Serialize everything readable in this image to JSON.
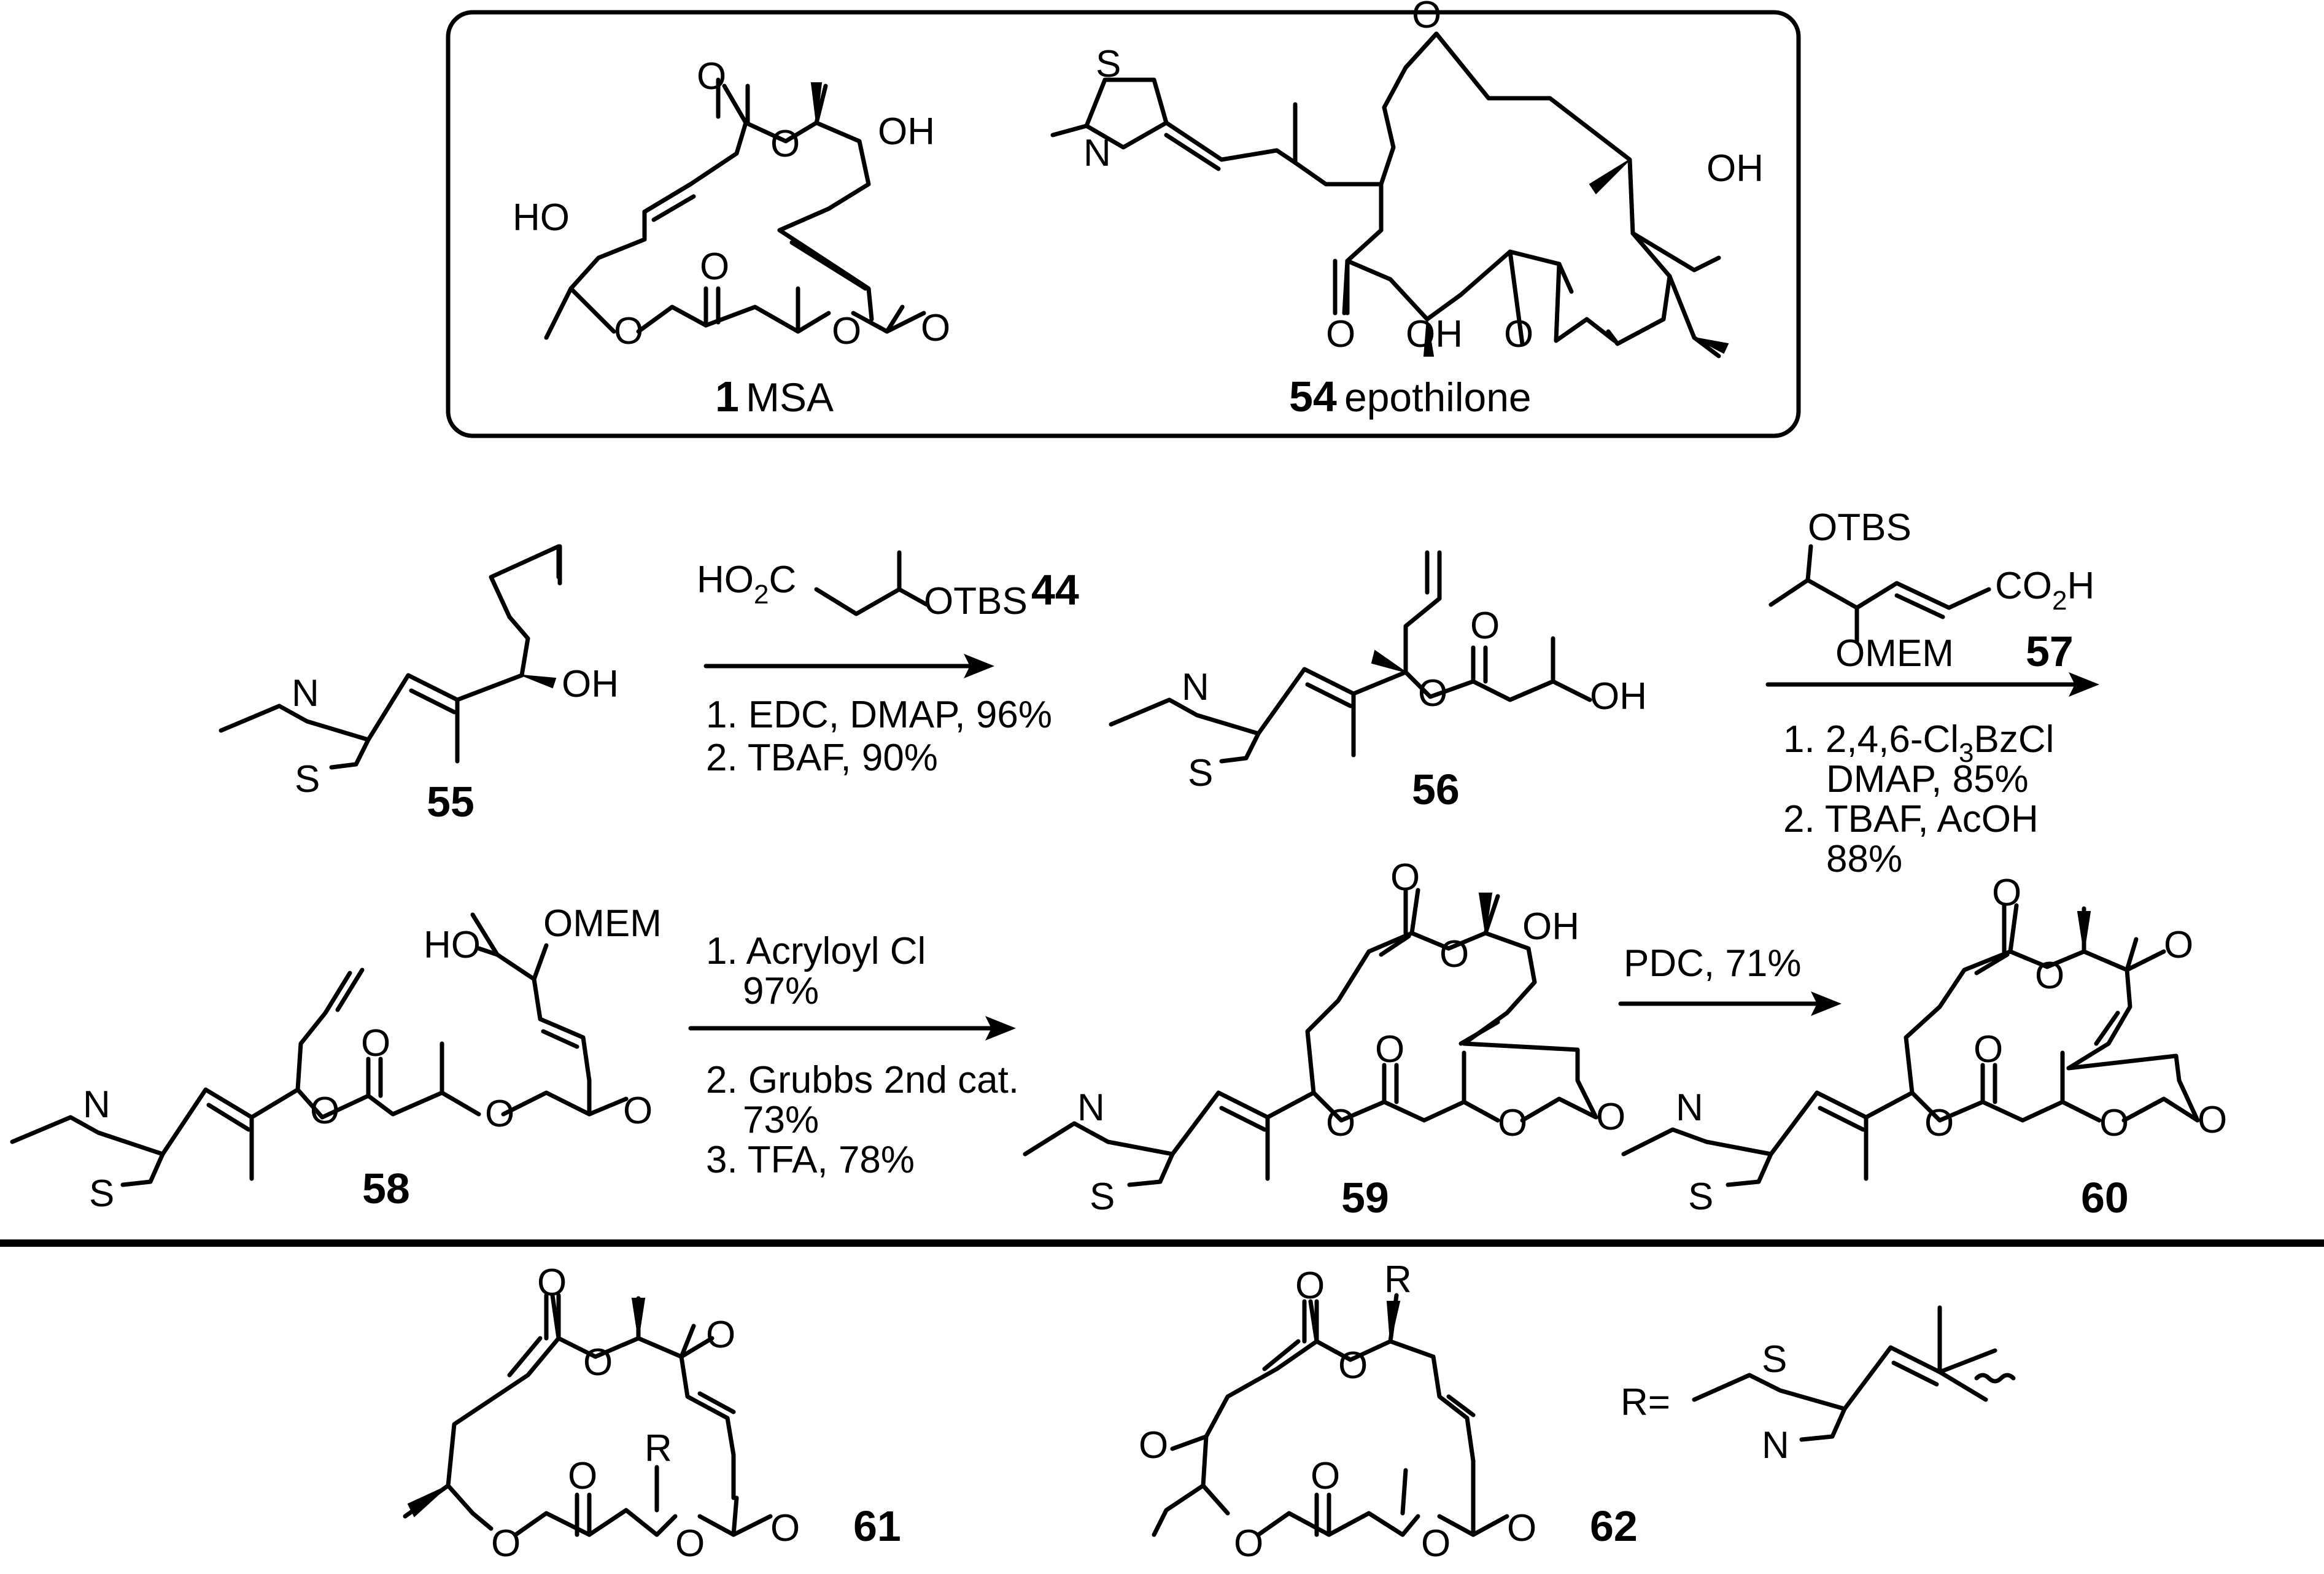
{
  "inset": {
    "msa": {
      "number": "1",
      "name": "MSA"
    },
    "epothilone": {
      "number": "54",
      "name": "epothilone"
    }
  },
  "compounds": {
    "c44": "44",
    "c55": "55",
    "c56": "56",
    "c57": "57",
    "c58": "58",
    "c59": "59",
    "c60": "60",
    "c61": "61",
    "c62": "62"
  },
  "atoms": {
    "OH": "OH",
    "HO": "HO",
    "O": "O",
    "N": "N",
    "S": "S",
    "OTBS": "OTBS",
    "OMEM": "OMEM",
    "CO2H": "CO",
    "CO2H_sub": "2",
    "CO2H_end": "H",
    "HO2C_a": "HO",
    "HO2C_sub": "2",
    "HO2C_b": "C",
    "R": "R",
    "R_eq": "R="
  },
  "reactions": {
    "step1": {
      "line1": "1. EDC, DMAP, 96%",
      "line2": "2. TBAF, 90%"
    },
    "step2": {
      "line1a": "1. 2,4,6-Cl",
      "line1sub": "3",
      "line1b": "BzCl",
      "line2": "DMAP, 85%",
      "line3": "2. TBAF, AcOH",
      "line4": "88%"
    },
    "step3": {
      "line1": "1. Acryloyl Cl",
      "line2": "97%",
      "line3": "2. Grubbs 2nd cat.",
      "line4": "73%",
      "line5": "3. TFA, 78%"
    },
    "step4": {
      "line1": "PDC, 71%"
    }
  }
}
